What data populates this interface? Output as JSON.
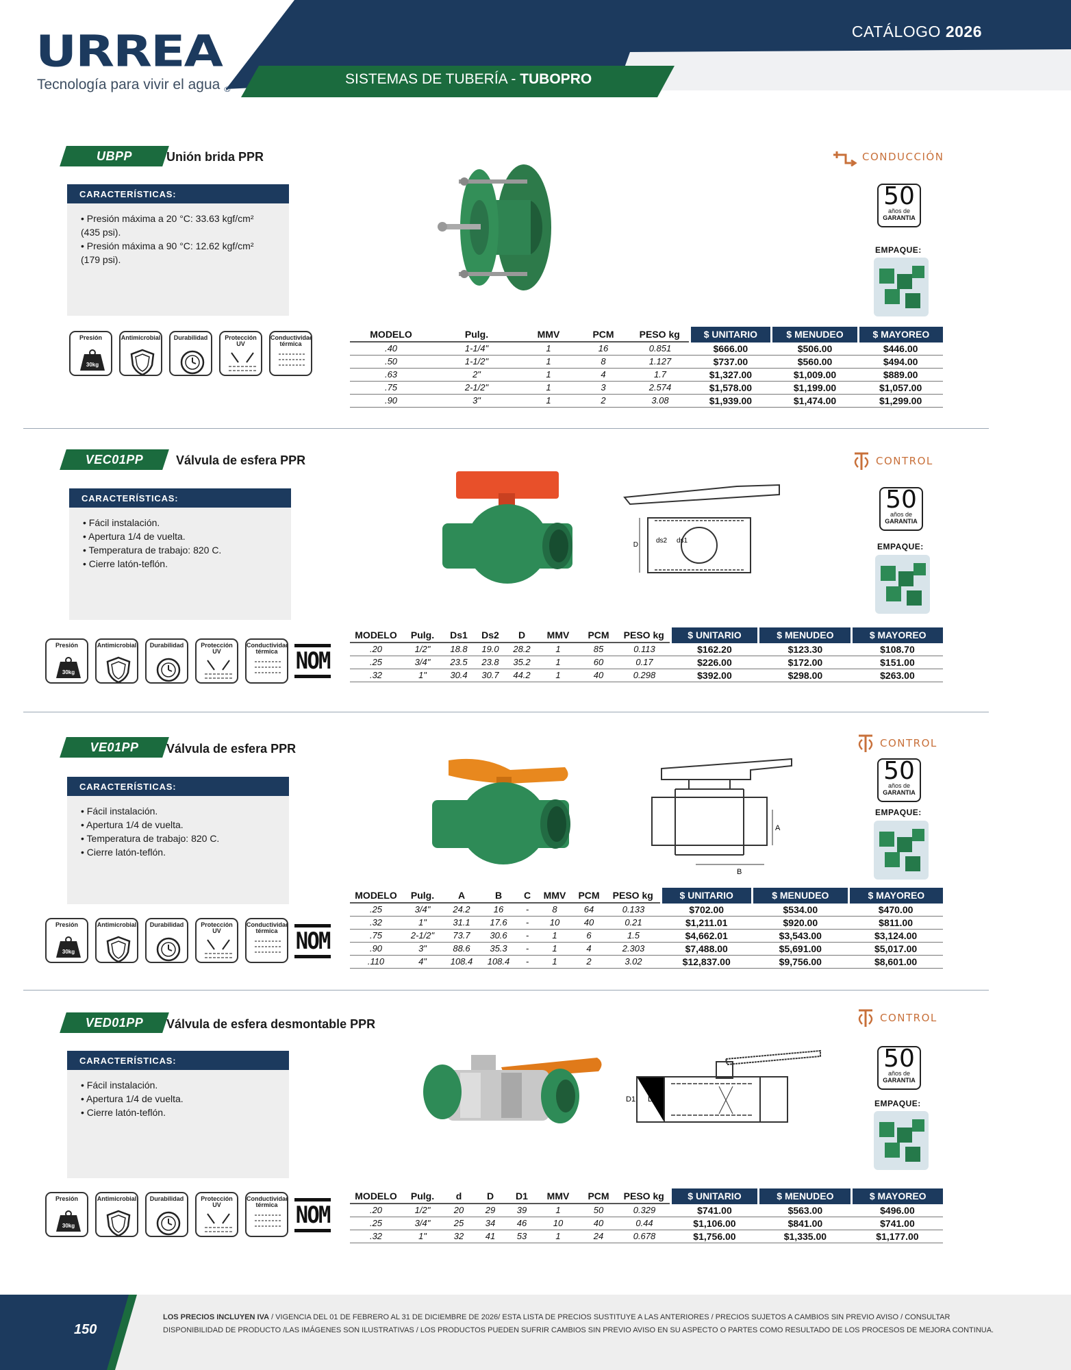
{
  "header": {
    "brand": "URREA",
    "registered": "®",
    "tagline": "Tecnología para vivir el agua",
    "catalog_word": "CATÁLOGO",
    "catalog_year": "2026",
    "section_prefix": "SISTEMAS DE TUBERÍA -",
    "section_name": "TUBOPRO"
  },
  "labels": {
    "characteristics": "CARACTERÍSTICAS:",
    "packing": "EMPAQUE:",
    "guarantee_number": "50",
    "guarantee_line1": "años de",
    "guarantee_line2": "GARANTIA",
    "nom": "NOM",
    "icon_pressure": "Presión",
    "icon_weight": "30kg",
    "icon_antimicrobial": "Antimicrobial",
    "icon_durability": "Durabilidad",
    "icon_uv": "Protección UV",
    "icon_thermal": "Conductividad térmica"
  },
  "colors": {
    "navy": "#1c3a5e",
    "green": "#1b6b3e",
    "pipe_green": "#2e8b57",
    "category_orange": "#c8703a"
  },
  "products": [
    {
      "code": "UBPP",
      "title": "Unión brida PPR",
      "category": "CONDUCCIÓN",
      "category_icon": "conduction-icon",
      "features": [
        "Presión máxima a 20 °C: 33.63 kgf/cm² (435 psi).",
        "Presión máxima a 90 °C: 12.62 kgf/cm² (179 psi)."
      ],
      "columns": [
        "MODELO",
        "Pulg.",
        "MMV",
        "PCM",
        "PESO kg",
        "$ UNITARIO",
        "$ MENUDEO",
        "$ MAYOREO"
      ],
      "rows": [
        [
          ".40",
          "1-1/4\"",
          "1",
          "16",
          "0.851",
          "$666.00",
          "$506.00",
          "$446.00"
        ],
        [
          ".50",
          "1-1/2\"",
          "1",
          "8",
          "1.127",
          "$737.00",
          "$560.00",
          "$494.00"
        ],
        [
          ".63",
          "2\"",
          "1",
          "4",
          "1.7",
          "$1,327.00",
          "$1,009.00",
          "$889.00"
        ],
        [
          ".75",
          "2-1/2\"",
          "1",
          "3",
          "2.574",
          "$1,578.00",
          "$1,199.00",
          "$1,057.00"
        ],
        [
          ".90",
          "3\"",
          "1",
          "2",
          "3.08",
          "$1,939.00",
          "$1,474.00",
          "$1,299.00"
        ]
      ]
    },
    {
      "code": "VEC01PP",
      "title": "Válvula de esfera PPR",
      "category": "CONTROL",
      "category_icon": "control-icon",
      "features": [
        "Fácil instalación.",
        "Apertura 1/4 de vuelta.",
        "Temperatura de trabajo: 820 C.",
        "Cierre latón-teflón."
      ],
      "drawing_labels": [
        "D",
        "ds2",
        "ds1"
      ],
      "columns": [
        "MODELO",
        "Pulg.",
        "Ds1",
        "Ds2",
        "D",
        "MMV",
        "PCM",
        "PESO kg",
        "$ UNITARIO",
        "$ MENUDEO",
        "$ MAYOREO"
      ],
      "rows": [
        [
          ".20",
          "1/2\"",
          "18.8",
          "19.0",
          "28.2",
          "1",
          "85",
          "0.113",
          "$162.20",
          "$123.30",
          "$108.70"
        ],
        [
          ".25",
          "3/4\"",
          "23.5",
          "23.8",
          "35.2",
          "1",
          "60",
          "0.17",
          "$226.00",
          "$172.00",
          "$151.00"
        ],
        [
          ".32",
          "1\"",
          "30.4",
          "30.7",
          "44.2",
          "1",
          "40",
          "0.298",
          "$392.00",
          "$298.00",
          "$263.00"
        ]
      ]
    },
    {
      "code": "VE01PP",
      "title": "Válvula de esfera PPR",
      "category": "CONTROL",
      "category_icon": "control-icon",
      "features": [
        "Fácil instalación.",
        "Apertura 1/4 de vuelta.",
        "Temperatura de trabajo: 820 C.",
        "Cierre latón-teflón."
      ],
      "drawing_labels": [
        "A",
        "B"
      ],
      "columns": [
        "MODELO",
        "Pulg.",
        "A",
        "B",
        "C",
        "MMV",
        "PCM",
        "PESO kg",
        "$ UNITARIO",
        "$ MENUDEO",
        "$ MAYOREO"
      ],
      "rows": [
        [
          ".25",
          "3/4\"",
          "24.2",
          "16",
          "-",
          "8",
          "64",
          "0.133",
          "$702.00",
          "$534.00",
          "$470.00"
        ],
        [
          ".32",
          "1\"",
          "31.1",
          "17.6",
          "-",
          "10",
          "40",
          "0.21",
          "$1,211.01",
          "$920.00",
          "$811.00"
        ],
        [
          ".75",
          "2-1/2\"",
          "73.7",
          "30.6",
          "-",
          "1",
          "6",
          "1.5",
          "$4,662.01",
          "$3,543.00",
          "$3,124.00"
        ],
        [
          ".90",
          "3\"",
          "88.6",
          "35.3",
          "-",
          "1",
          "4",
          "2.303",
          "$7,488.00",
          "$5,691.00",
          "$5,017.00"
        ],
        [
          ".110",
          "4\"",
          "108.4",
          "108.4",
          "-",
          "1",
          "2",
          "3.02",
          "$12,837.00",
          "$9,756.00",
          "$8,601.00"
        ]
      ]
    },
    {
      "code": "VED01PP",
      "title": "Válvula de esfera desmontable PPR",
      "category": "CONTROL",
      "category_icon": "control-icon",
      "features": [
        "Fácil instalación.",
        "Apertura 1/4 de vuelta.",
        "Cierre latón-teflón."
      ],
      "drawing_labels": [
        "D1",
        "D",
        "d"
      ],
      "columns": [
        "MODELO",
        "Pulg.",
        "d",
        "D",
        "D1",
        "MMV",
        "PCM",
        "PESO kg",
        "$ UNITARIO",
        "$ MENUDEO",
        "$ MAYOREO"
      ],
      "rows": [
        [
          ".20",
          "1/2\"",
          "20",
          "29",
          "39",
          "1",
          "50",
          "0.329",
          "$741.00",
          "$563.00",
          "$496.00"
        ],
        [
          ".25",
          "3/4\"",
          "25",
          "34",
          "46",
          "10",
          "40",
          "0.44",
          "$1,106.00",
          "$841.00",
          "$741.00"
        ],
        [
          ".32",
          "1\"",
          "32",
          "41",
          "53",
          "1",
          "24",
          "0.678",
          "$1,756.00",
          "$1,335.00",
          "$1,177.00"
        ]
      ]
    }
  ],
  "footer": {
    "page_number": "150",
    "bold_text": "LOS PRECIOS INCLUYEN IVA",
    "text": " / VIGENCIA DEL 01 DE FEBRERO AL 31 DE DICIEMBRE DE 2026/ ESTA LISTA DE PRECIOS SUSTITUYE A LAS ANTERIORES / PRECIOS SUJETOS A CAMBIOS SIN PREVIO AVISO / CONSULTAR DISPONIBILIDAD DE PRODUCTO /LAS IMÁGENES SON ILUSTRATIVAS / LOS PRODUCTOS PUEDEN SUFRIR CAMBIOS SIN PREVIO AVISO EN SU ASPECTO O PARTES COMO RESULTADO DE LOS PROCESOS DE MEJORA CONTINUA."
  }
}
